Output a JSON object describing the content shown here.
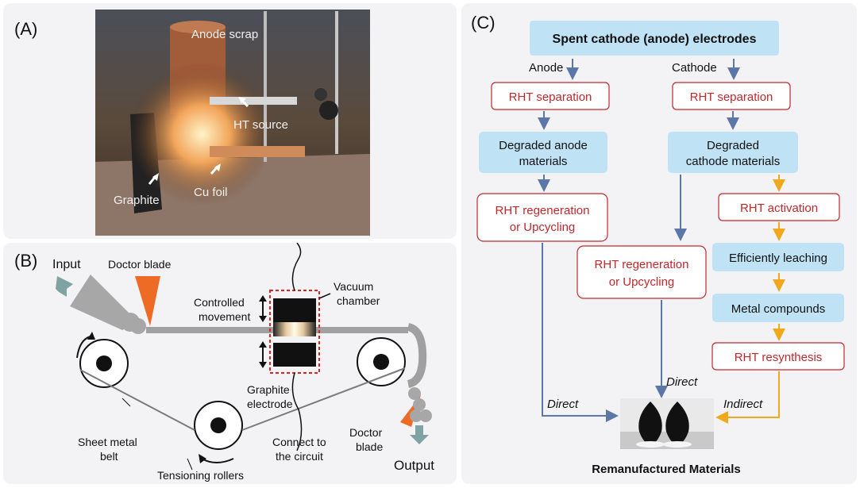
{
  "panelA": {
    "label": "(A)",
    "annotations": {
      "anode_scrap": "Anode scrap",
      "ht_source": "HT source",
      "graphite": "Graphite",
      "cu_foil": "Cu foil"
    }
  },
  "panelB": {
    "label": "(B)",
    "input": "Input",
    "output": "Output",
    "doctor_blade_top": "Doctor blade",
    "doctor_blade_bottom": [
      "Doctor",
      "blade"
    ],
    "controlled_movement": [
      "Controlled",
      "movement"
    ],
    "vacuum_chamber": [
      "Vacuum",
      "chamber"
    ],
    "graphite_electrode": [
      "Graphite",
      "electrode"
    ],
    "sheet_metal_belt": [
      "Sheet metal",
      "belt"
    ],
    "connect_circuit": [
      "Connect to",
      "the circuit"
    ],
    "tensioning_rollers": "Tensioning rollers"
  },
  "panelC": {
    "label": "(C)",
    "top": "Spent cathode (anode) electrodes",
    "branch_anode": "Anode",
    "branch_cathode": "Cathode",
    "rht_sep_left": "RHT separation",
    "rht_sep_right": "RHT separation",
    "degraded_anode": [
      "Degraded anode",
      "materials"
    ],
    "degraded_cathode": [
      "Degraded",
      "cathode materials"
    ],
    "rht_regen_left": [
      "RHT regeneration",
      "or Upcycling"
    ],
    "rht_regen_mid": [
      "RHT regeneration",
      "or Upcycling"
    ],
    "rht_activation": "RHT activation",
    "leaching": "Efficiently leaching",
    "metal_compounds": "Metal compounds",
    "rht_resynthesis": "RHT resynthesis",
    "direct_left": "Direct",
    "direct_mid": "Direct",
    "indirect": "Indirect",
    "remanufactured": "Remanufactured Materials"
  },
  "colors": {
    "blue_box": "#bfe3f5",
    "red_text": "#c0282b",
    "blue_arrow": "#5b77a8",
    "orange_arrow": "#f0a91d",
    "belt": "#8c8c8c",
    "blade": "#ee6b26"
  }
}
